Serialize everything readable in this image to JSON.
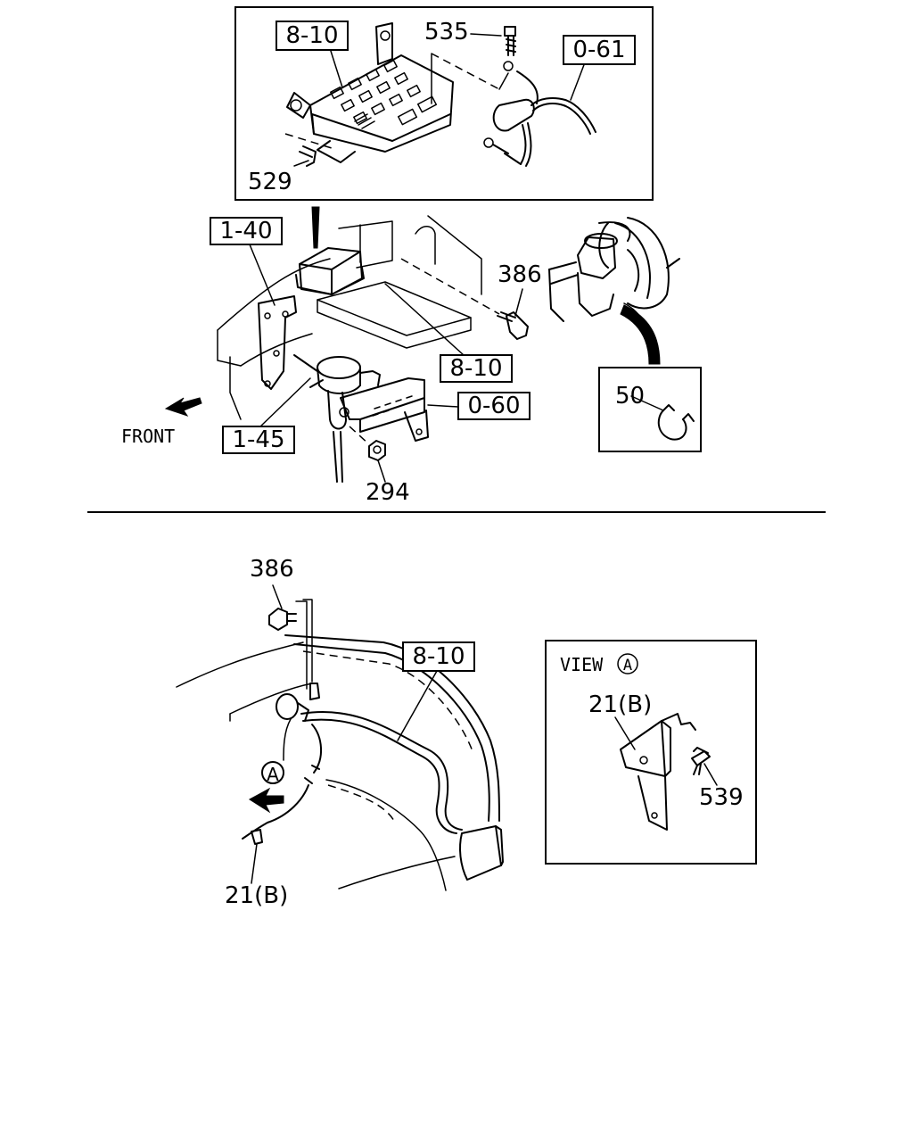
{
  "top": {
    "inset_callouts": [
      "8-10",
      "535",
      "0-61",
      "529"
    ],
    "main_callouts": [
      "1-40",
      "386",
      "8-10",
      "0-60",
      "1-45",
      "294"
    ],
    "detail_callout": "50",
    "direction_label": "FRONT"
  },
  "bottom": {
    "main_callouts": [
      "386",
      "8-10",
      "21(B)"
    ],
    "marker": "A",
    "view_title": "VIEW",
    "view_marker": "A",
    "view_callouts": [
      "21(B)",
      "539"
    ]
  }
}
